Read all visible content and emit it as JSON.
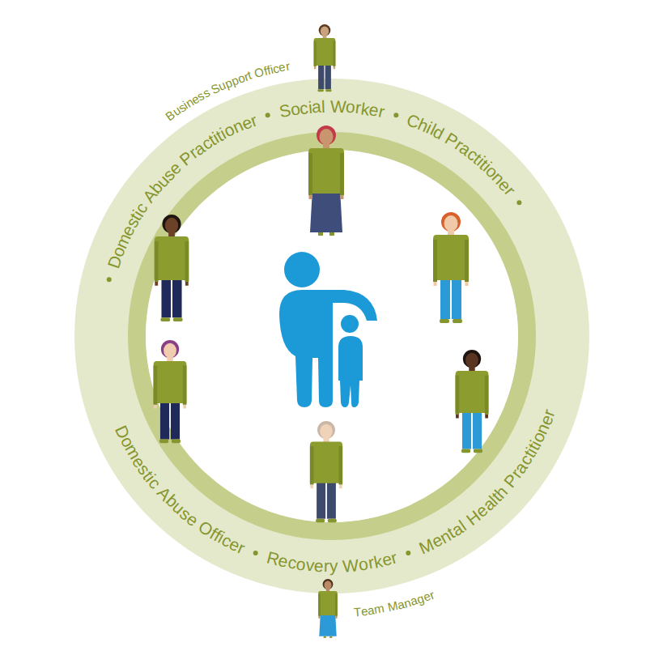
{
  "diagram": {
    "labels": [
      "Business Support Officer",
      "Domestic Abuse Practitioner",
      "Social Worker",
      "Child Practitioner",
      "Mental Health Practitioner",
      "Domestic Abuse Officer",
      "Recovery Worker",
      "Team Manager"
    ]
  }
}
